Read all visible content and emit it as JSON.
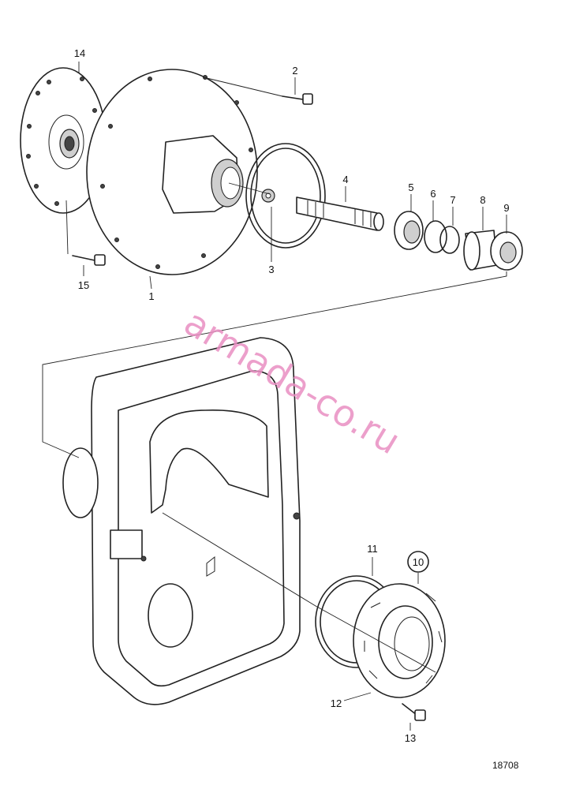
{
  "callouts": {
    "c1": "1",
    "c2": "2",
    "c3": "3",
    "c4": "4",
    "c5": "5",
    "c6": "6",
    "c7": "7",
    "c8": "8",
    "c9": "9",
    "c10": "10",
    "c11": "11",
    "c12": "12",
    "c13": "13",
    "c14": "14",
    "c15": "15"
  },
  "figure_number": "18708",
  "watermark": "armada-co.ru"
}
